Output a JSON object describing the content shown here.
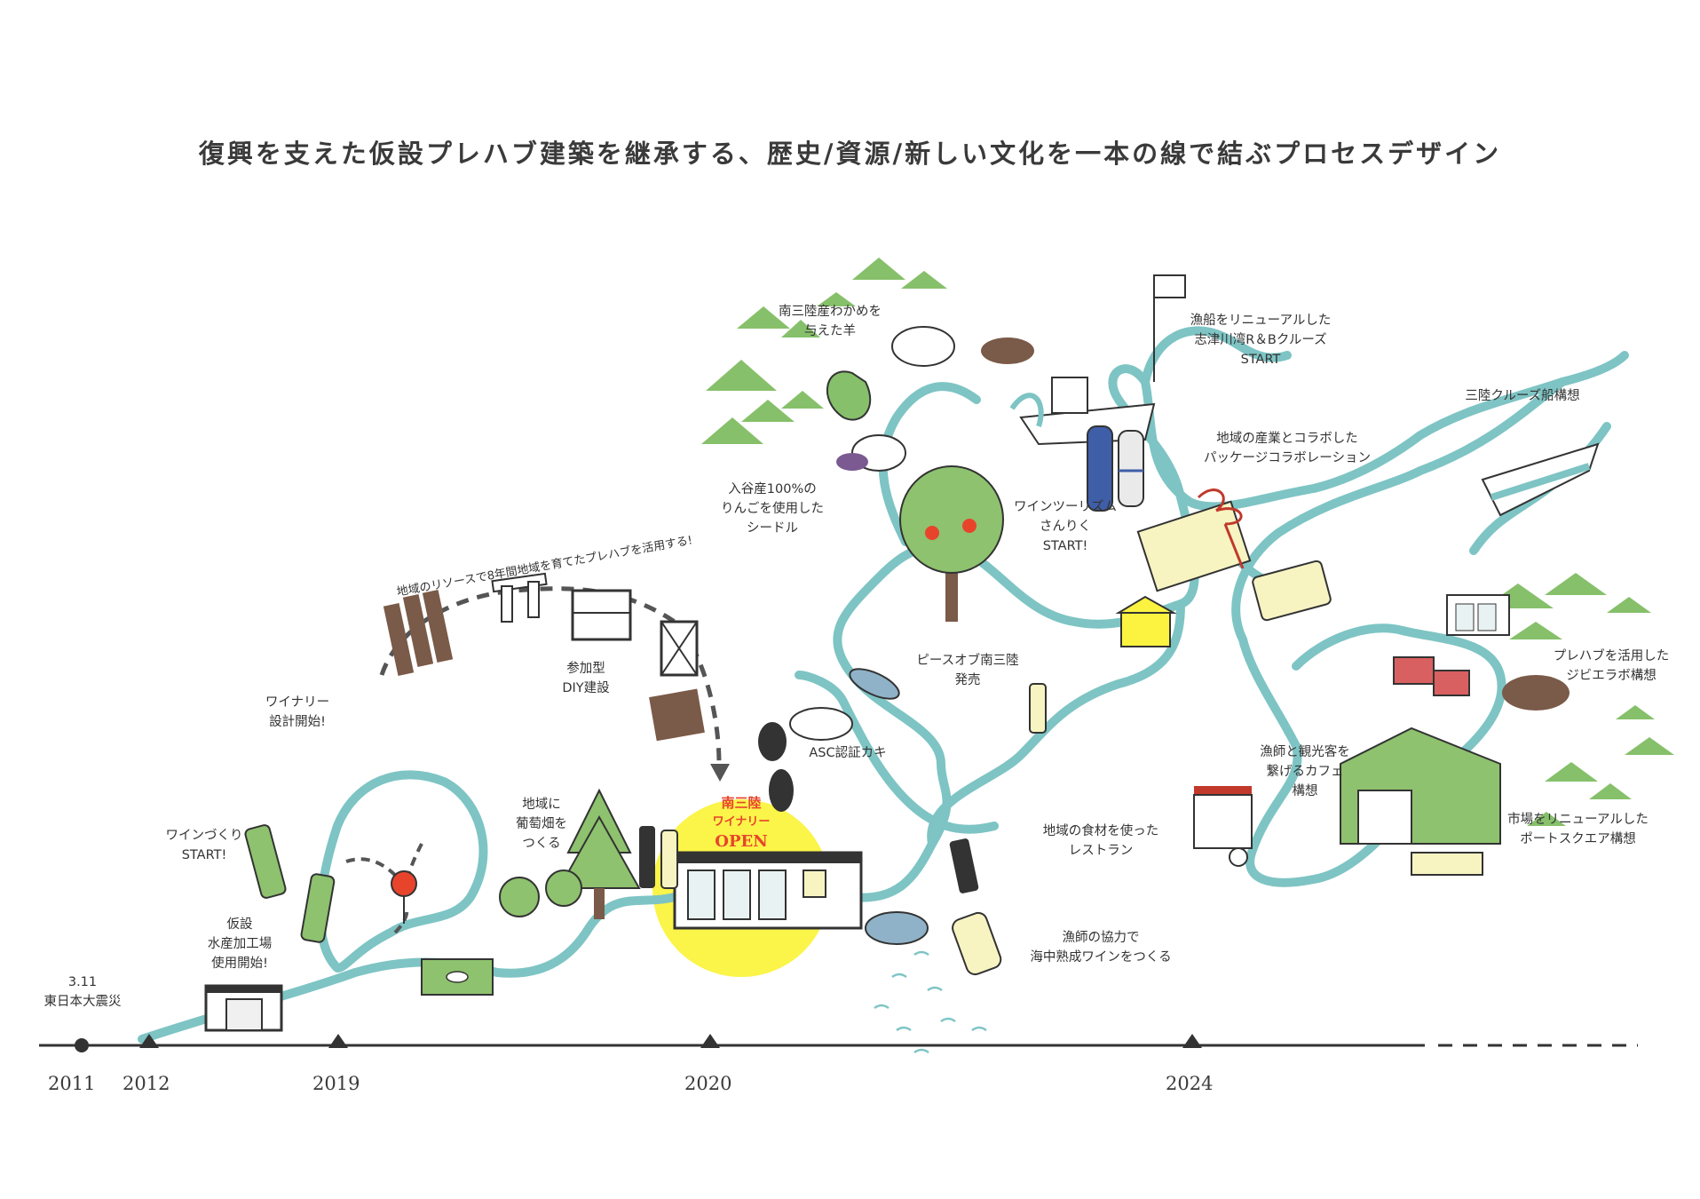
{
  "title": "復興を支えた仮設プレハブ建築を継承する、歴史/資源/新しい文化を一本の線で結ぶプロセスデザイン",
  "colors": {
    "river": "#7ec4c4",
    "timeline": "#333333",
    "leaf": "#86c06a",
    "tree": "#8ec26e",
    "pale": "#f7f4c2",
    "yellow_glow": "#fbf33f",
    "open_text": "#e8442c",
    "ribbon": "#c0392b",
    "wood": "#7a5a48"
  },
  "timeline": {
    "years": [
      "2011",
      "2012",
      "2019",
      "2020",
      "2024"
    ],
    "event_2011": "3.11\n東日本大震災"
  },
  "labels": {
    "temp_facility": "仮設\n水産加工場\n使用開始!",
    "wine_start": "ワインづくり\nSTART!",
    "winery_design": "ワイナリー\n設計開始!",
    "vineyard": "地域に\n葡萄畑を\nつくる",
    "diy": "参加型\nDIY建設",
    "prefab_arc": "地域のリソースで8年間地域を育てたプレハブを活用する!",
    "winery_open_1": "南三陸",
    "winery_open_2": "ワイナリー",
    "winery_open_3": "OPEN",
    "cider": "入谷産100%の\nりんごを使用した\nシードル",
    "sheep": "南三陸産わかめを\n与えた羊",
    "cruise_rb": "漁船をリニューアルした\n志津川湾R＆Bクルーズ\nSTART",
    "package": "地域の産業とコラボした\nパッケージコラボレーション",
    "wine_tourism": "ワインツーリズム\nさんりく\nSTART!",
    "sanriku_cruise": "三陸クルーズ船構想",
    "peace_of": "ピースオブ南三陸\n発売",
    "asc_oyster": "ASC認証カキ",
    "restaurant": "地域の食材を使った\nレストラン",
    "undersea_wine": "漁師の協力で\n海中熟成ワインをつくる",
    "cafe": "漁師と観光客を\n繋げるカフェ\n構想",
    "gibier": "プレハブを活用した\nジビエラボ構想",
    "port_square": "市場をリニューアルした\nポートスクエア構想"
  }
}
